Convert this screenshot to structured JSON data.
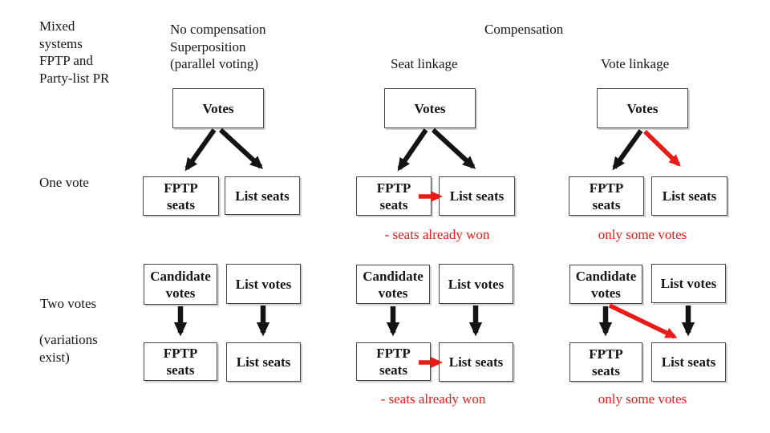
{
  "colors": {
    "background": "#ffffff",
    "text": "#161616",
    "box_border": "#454545",
    "arrow_black": "#141414",
    "accent_red": "#ea1a17"
  },
  "corner_label": {
    "lines": [
      "Mixed",
      "systems",
      "FPTP and",
      "Party-list PR"
    ]
  },
  "column_headers": {
    "no_compensation": {
      "lines": [
        "No compensation",
        "Superposition",
        "(parallel voting)"
      ]
    },
    "compensation": "Compensation",
    "seat_linkage": "Seat linkage",
    "vote_linkage": "Vote linkage"
  },
  "row_labels": {
    "one_vote": "One vote",
    "two_votes": "Two votes",
    "variations": {
      "lines": [
        "(variations",
        "exist)"
      ]
    }
  },
  "box_labels": {
    "votes": "Votes",
    "fptp_seats": {
      "lines": [
        "FPTP",
        "seats"
      ]
    },
    "list_seats": "List seats",
    "candidate_votes": {
      "lines": [
        "Candidate",
        "votes"
      ]
    },
    "list_votes": "List votes"
  },
  "annotations": {
    "seat_linkage_note": "- seats already won",
    "vote_linkage_note": "only some votes"
  }
}
